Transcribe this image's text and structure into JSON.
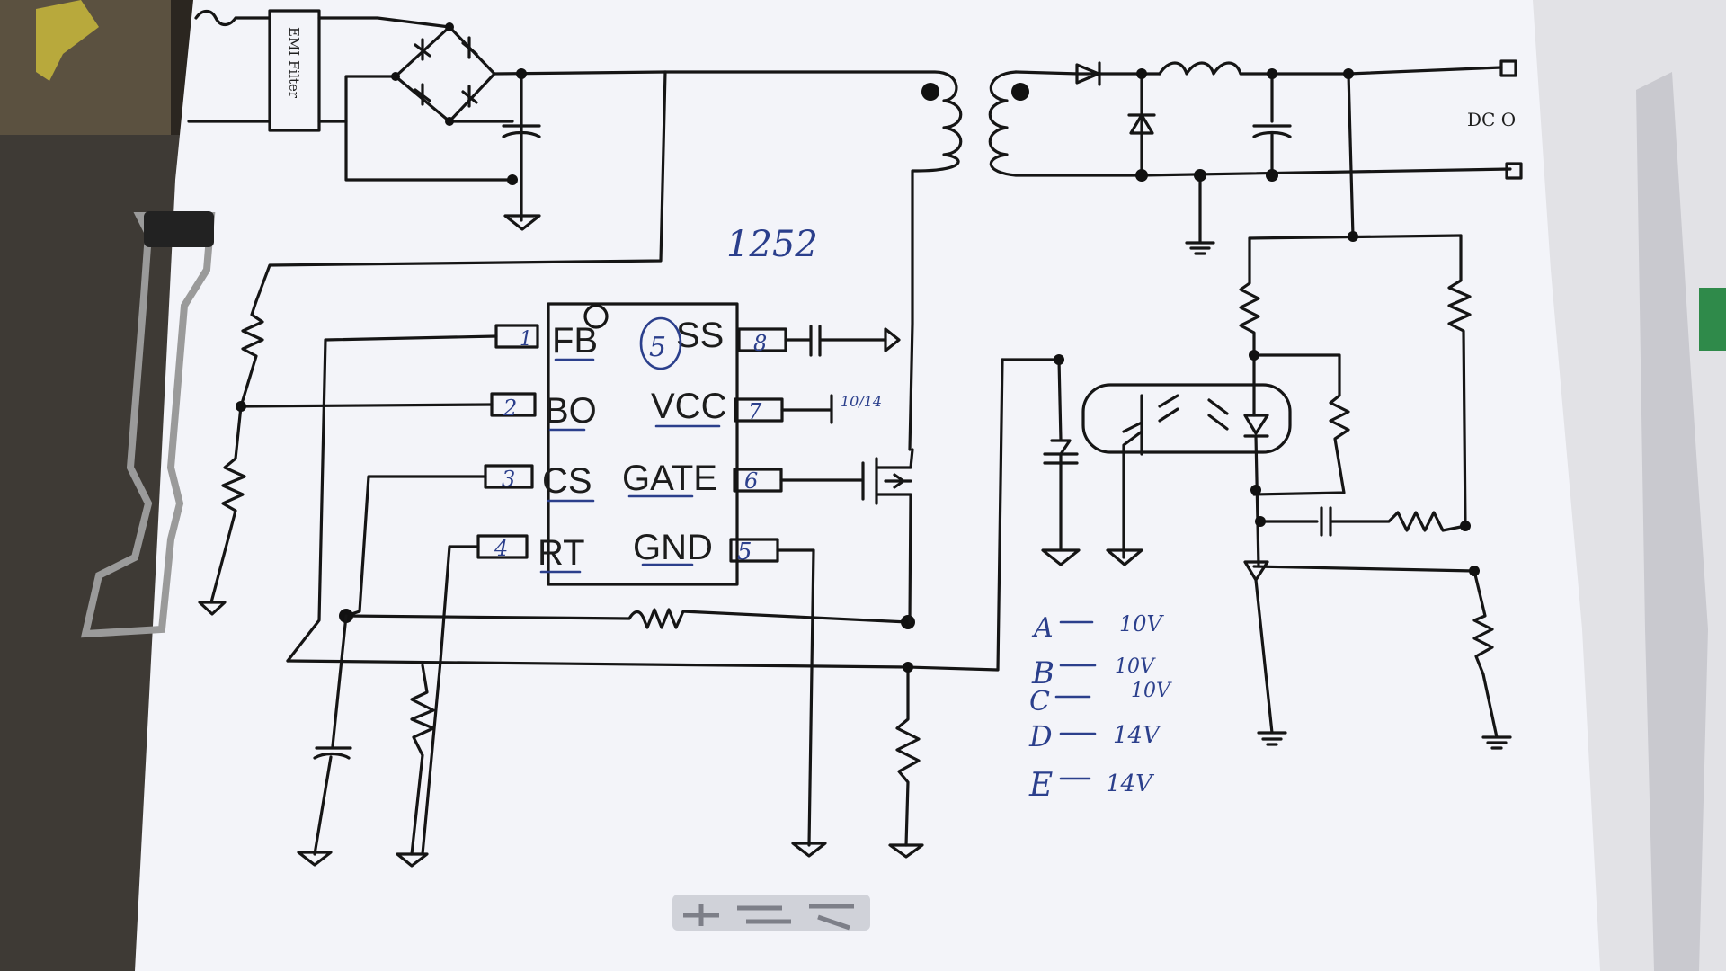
{
  "emi_filter_label": "EMI Filter",
  "chip_note": "1252",
  "dc_output_label": "DC O",
  "ic": {
    "pins_left": [
      {
        "num": "1",
        "name": "FB"
      },
      {
        "num": "2",
        "name": "BO"
      },
      {
        "num": "3",
        "name": "CS"
      },
      {
        "num": "4",
        "name": "RT"
      }
    ],
    "pins_right": [
      {
        "num": "8",
        "name": "SS"
      },
      {
        "num": "7",
        "name": "VCC"
      },
      {
        "num": "6",
        "name": "GATE"
      },
      {
        "num": "5",
        "name": "GND"
      }
    ],
    "ss_circled_note": "5"
  },
  "vcc_note": "10/14",
  "voltage_notes": [
    {
      "label": "A",
      "value": "10V"
    },
    {
      "label": "B",
      "value": "10V"
    },
    {
      "label": "C",
      "value": "10V"
    },
    {
      "label": "D",
      "value": "14V"
    },
    {
      "label": "E",
      "value": "14V"
    }
  ],
  "colors": {
    "paper": "#f3f4f9",
    "ink": "#151515",
    "pen": "#2b3f8c",
    "table": "#2b2620"
  }
}
